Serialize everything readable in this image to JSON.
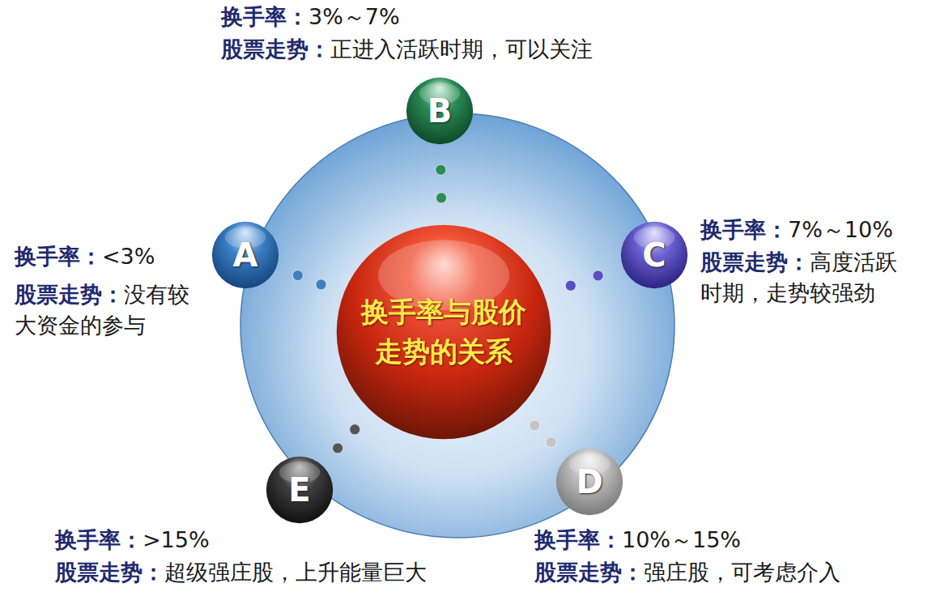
{
  "diagram": {
    "nodes": [
      {
        "text": [
          "换手率与股价 走势的关系"
        ]
      },
      {
        "text": [
          "A"
        ]
      },
      {
        "text": [
          "B"
        ]
      },
      {
        "text": [
          "C"
        ]
      },
      {
        "text": [
          "D"
        ]
      },
      {
        "text": [
          "E"
        ]
      }
    ],
    "edges": [
      {
        "from": 0,
        "to": 1,
        "arrow": "none"
      },
      {
        "from": 0,
        "to": 2,
        "arrow": "none"
      },
      {
        "from": 0,
        "to": 3,
        "arrow": "none"
      },
      {
        "from": 0,
        "to": 4,
        "arrow": "none"
      },
      {
        "from": 0,
        "to": 5,
        "arrow": "none"
      }
    ],
    "labels": [
      "换手率：",
      "<3%",
      "股票走势：",
      "没有较大资金的参与",
      "换手率：",
      "3%～7%",
      "股票走势：",
      "正进入活跃时期，可以关注",
      "换手率：",
      "7%～10%",
      "股票走势：",
      "高度活跃时期，走势较强劲",
      "换手率：",
      "10%～15%",
      "股票走势：",
      "强庄股，可考虑介入",
      "换手率：",
      ">15%",
      "股票走势：",
      "超级强庄股，上升能量巨大"
    ]
  }
}
